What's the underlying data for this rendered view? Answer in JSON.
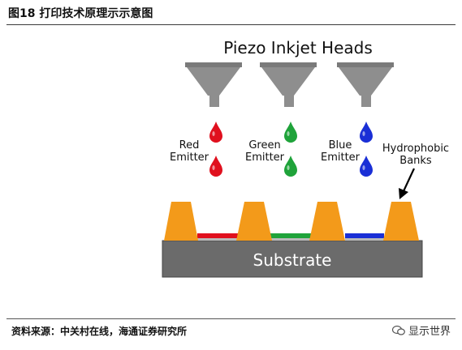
{
  "figure_title": "图18 打印技术原理示示意图",
  "source_note": "资料来源：中关村在线，海通证券研究所",
  "watermark": "显示世界",
  "diagram": {
    "heads_title": "Piezo Inkjet Heads",
    "substrate_label": "Substrate",
    "banks_label_line1": "Hydrophobic",
    "banks_label_line2": "Banks",
    "emitters": [
      {
        "line1": "Red",
        "line2": "Emitter",
        "color": "#e0101e"
      },
      {
        "line1": "Green",
        "line2": "Emitter",
        "color": "#1fa33a"
      },
      {
        "line1": "Blue",
        "line2": "Emitter",
        "color": "#1a2fd6"
      }
    ],
    "colors": {
      "bank": "#f39a1a",
      "substrate": "#6b6b6b",
      "head": "#8e8e8e"
    }
  }
}
